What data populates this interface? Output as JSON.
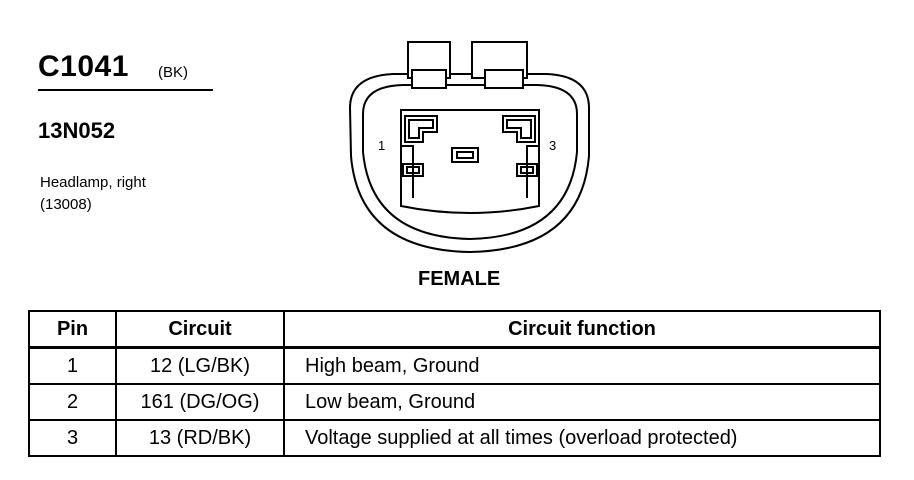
{
  "connector": {
    "id": "C1041",
    "color": "(BK)",
    "part_number": "13N052",
    "description": "Headlamp, right",
    "description_code": "(13008)"
  },
  "diagram": {
    "pin_labels": [
      "1",
      "3"
    ],
    "gender": "FEMALE"
  },
  "table": {
    "headers": [
      "Pin",
      "Circuit",
      "Circuit function"
    ],
    "rows": [
      {
        "pin": "1",
        "circuit": "12 (LG/BK)",
        "function": "High beam, Ground"
      },
      {
        "pin": "2",
        "circuit": "161 (DG/OG)",
        "function": "Low beam, Ground"
      },
      {
        "pin": "3",
        "circuit": "13 (RD/BK)",
        "function": "Voltage supplied at all times (overload protected)"
      }
    ]
  }
}
